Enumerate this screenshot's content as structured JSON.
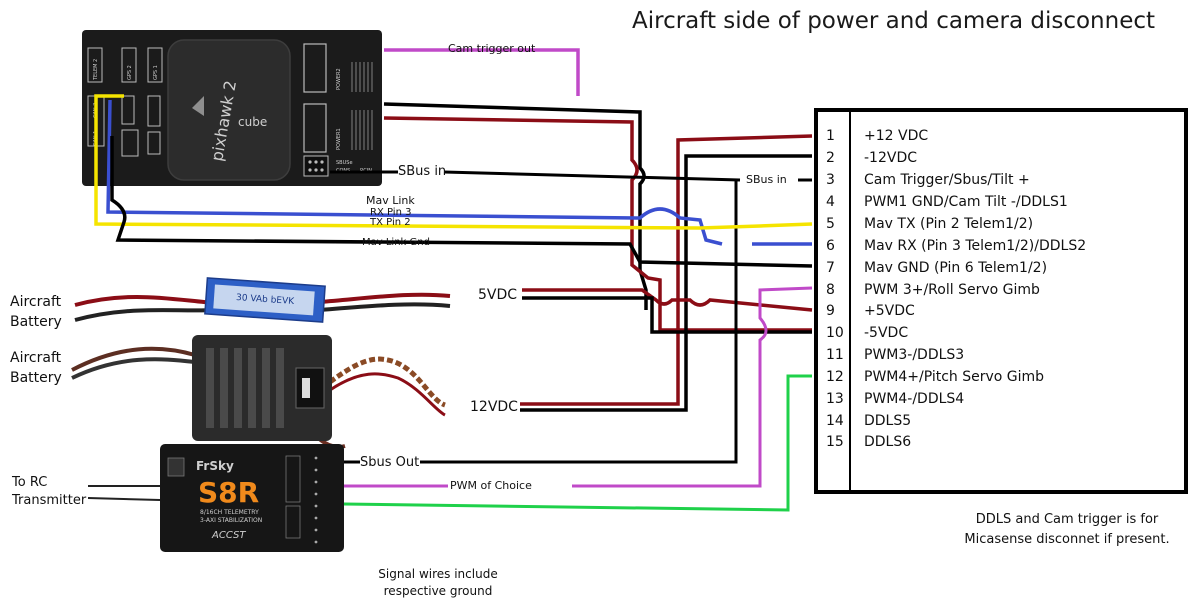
{
  "title": "Aircraft side of power and camera disconnect",
  "colors": {
    "red": "#8b0d16",
    "black": "#000000",
    "blue": "#3a4fd0",
    "yellow": "#f5e400",
    "purple": "#c04ac8",
    "green": "#1fd14a",
    "pixhawk_body": "#1b1b1b",
    "receiver_body": "#161616",
    "receiver_logo": "#f08a1c"
  },
  "icons": {
    "flight_controller": "pixhawk-cube-icon",
    "power_module": "power-module-icon",
    "bec": "bec-heatsink-icon",
    "receiver": "frsky-receiver-icon"
  },
  "labels": {
    "cam_trigger_out": "Cam trigger out",
    "sbus_in_fc": "SBus in",
    "sbus_in_conn": "SBus in",
    "mav_link": "Mav Link",
    "rx_pin": "RX Pin 3",
    "tx_pin": "TX Pin 2",
    "mav_link_gnd": "Mav Link Gnd",
    "v5": "5VDC",
    "v12": "12VDC",
    "battery_1": "Aircraft Battery",
    "battery_2": "Aircraft Battery",
    "rc_transmitter": "To RC Transmitter",
    "sbus_out": "Sbus Out",
    "pwm_choice": "PWM of Choice",
    "signal_note": "Signal wires include respective ground",
    "ddls_note": "DDLS and Cam trigger is for Micasense disconnet if present."
  },
  "device_text": {
    "pixhawk_name": "pixhawk 2",
    "cube": "cube",
    "sbus_port": "SBUSe",
    "cons_port": "CONS",
    "rcin_port": "RCIN",
    "power1": "POWER1",
    "power2": "POWER2",
    "telem2": "TELEM 2",
    "gps2": "GPS 2",
    "gps1": "GPS 1",
    "can2": "CAN 2",
    "can1": "CAN 1",
    "frsky": "FrSky",
    "model": "S8R",
    "rx_line1": "8/16CH TELEMETRY",
    "rx_line2": "3-AXI STABILIZATION",
    "accst": "ACCST"
  },
  "connector": {
    "pins": [
      {
        "num": "1",
        "label": "+12 VDC"
      },
      {
        "num": "2",
        "label": "-12VDC"
      },
      {
        "num": "3",
        "label": "Cam Trigger/Sbus/Tilt +"
      },
      {
        "num": "4",
        "label": "PWM1 GND/Cam Tilt -/DDLS1"
      },
      {
        "num": "5",
        "label": "Mav TX (Pin 2 Telem1/2)"
      },
      {
        "num": "6",
        "label": "Mav RX (Pin 3 Telem1/2)/DDLS2"
      },
      {
        "num": "7",
        "label": "Mav GND (Pin 6 Telem1/2)"
      },
      {
        "num": "8",
        "label": "PWM 3+/Roll Servo Gimb"
      },
      {
        "num": "9",
        "label": "+5VDC"
      },
      {
        "num": "10",
        "label": "-5VDC"
      },
      {
        "num": "11",
        "label": "PWM3-/DDLS3"
      },
      {
        "num": "12",
        "label": "PWM4+/Pitch Servo Gimb"
      },
      {
        "num": "13",
        "label": "PWM4-/DDLS4"
      },
      {
        "num": "14",
        "label": "DDLS5"
      },
      {
        "num": "15",
        "label": "DDLS6"
      }
    ]
  }
}
